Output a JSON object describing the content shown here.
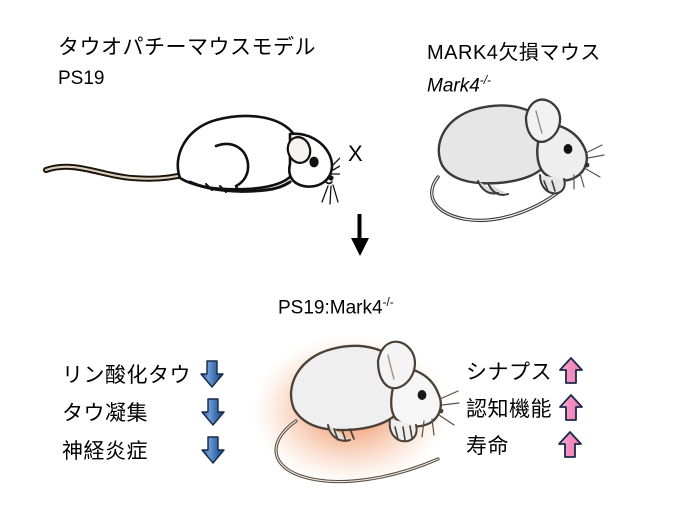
{
  "figure": {
    "type": "diagram",
    "description": "Mouse genetic cross schematic",
    "background_color": "#ffffff"
  },
  "parents": {
    "left": {
      "strain_label_jp": "タウオパチーマウスモデル",
      "strain_label_code": "PS19",
      "mouse_name": "white-mouse-facing-right"
    },
    "right": {
      "strain_label_jp": "MARK4欠損マウス",
      "gene_label": "Mark4",
      "gene_superscript": "-/-",
      "mouse_name": "gray-mouse-facing-right"
    },
    "cross_symbol": "X"
  },
  "offspring": {
    "label_main": "PS19:Mark4",
    "label_superscript": "-/-",
    "mouse_name": "offspring-mouse-facing-right",
    "glow_color": "#f0a27a"
  },
  "outcomes": {
    "decreased": {
      "arrow_direction": "down",
      "arrow_color": "#3d6fb0",
      "items": [
        {
          "label": "リン酸化タウ"
        },
        {
          "label": "タウ凝集"
        },
        {
          "label": "神経炎症"
        }
      ]
    },
    "increased": {
      "arrow_direction": "up",
      "arrow_color": "#f291bf",
      "items": [
        {
          "label": "シナプス"
        },
        {
          "label": "認知機能"
        },
        {
          "label": "寿命"
        }
      ]
    }
  },
  "generation_arrow": {
    "name": "generation-arrow",
    "direction": "down",
    "color": "#000000"
  }
}
